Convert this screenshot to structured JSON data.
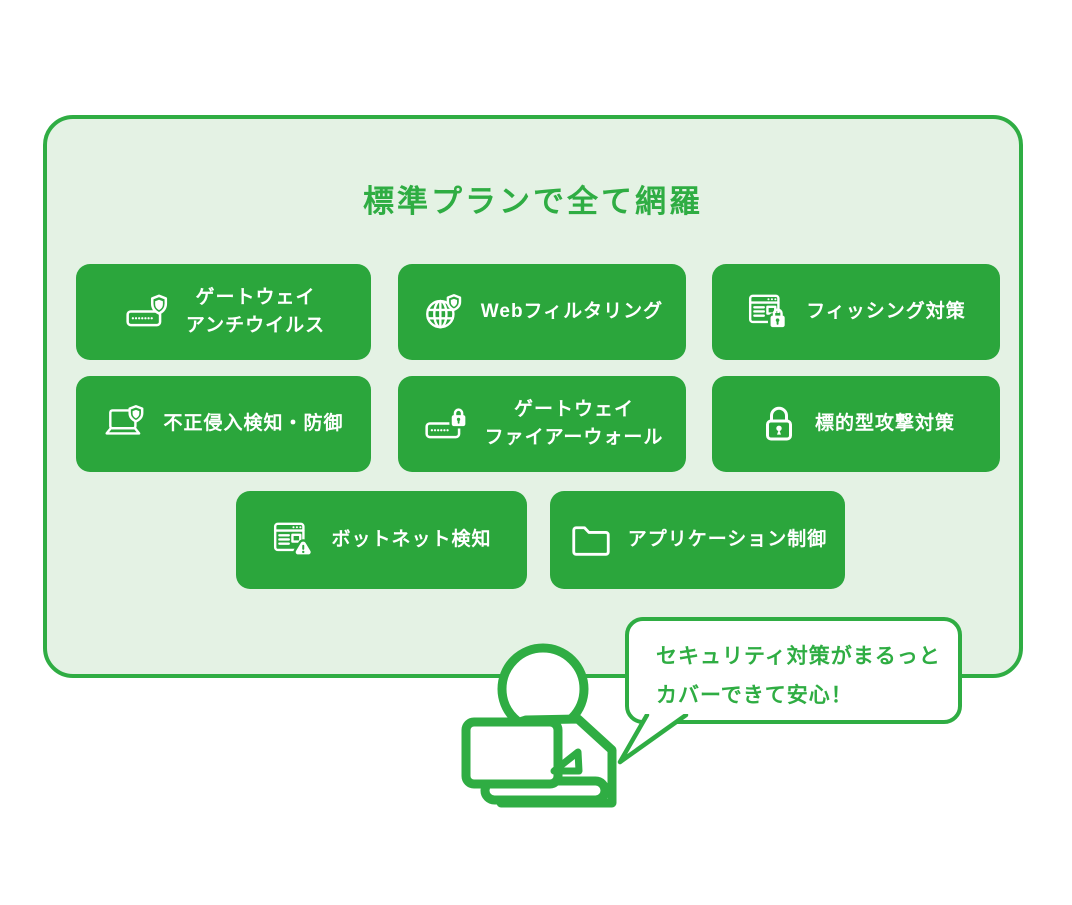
{
  "colors": {
    "card_green": "#2BA63C",
    "line_green": "#2FAD43",
    "panel_background": "#E4F2E4",
    "card_text": "#FFFFFF"
  },
  "panel": {
    "title": "標準プランで全て網羅"
  },
  "cards": [
    {
      "id": "gateway-antivirus",
      "label": "ゲートウェイ\nアンチウイルス",
      "icon": "router-shield-icon"
    },
    {
      "id": "web-filtering",
      "label": "Webフィルタリング",
      "icon": "globe-shield-icon"
    },
    {
      "id": "anti-phishing",
      "label": "フィッシング対策",
      "icon": "browser-lock-icon"
    },
    {
      "id": "intrusion-detection",
      "label": "不正侵入検知・防御",
      "icon": "laptop-shield-icon"
    },
    {
      "id": "gateway-firewall",
      "label": "ゲートウェイ\nファイアーウォール",
      "icon": "router-lock-icon"
    },
    {
      "id": "targeted-attack",
      "label": "標的型攻撃対策",
      "icon": "padlock-icon"
    },
    {
      "id": "botnet-detection",
      "label": "ボットネット検知",
      "icon": "browser-alert-icon"
    },
    {
      "id": "application-control",
      "label": "アプリケーション制御",
      "icon": "folder-icon"
    }
  ],
  "speech_bubble": {
    "line1": "セキュリティ対策がまるっと",
    "line2": "カバーできて安心！"
  },
  "illustration": "person-with-laptop"
}
